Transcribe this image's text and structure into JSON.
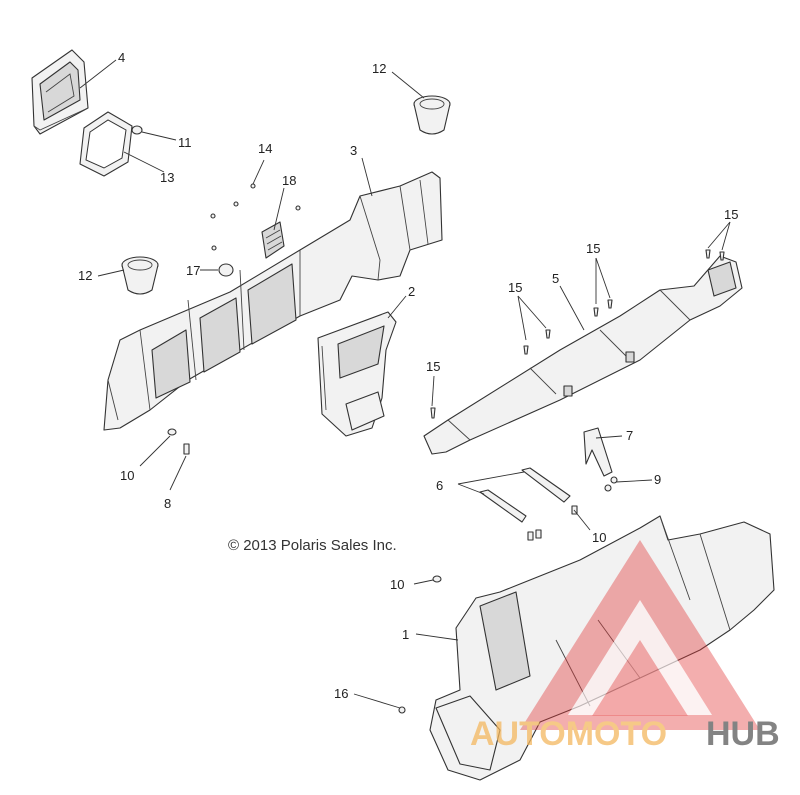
{
  "callouts": {
    "c1": "1",
    "c2": "2",
    "c3": "3",
    "c4": "4",
    "c5": "5",
    "c6": "6",
    "c7": "7",
    "c8": "8",
    "c9": "9",
    "c10a": "10",
    "c10b": "10",
    "c10c": "10",
    "c11": "11",
    "c12a": "12",
    "c12b": "12",
    "c13": "13",
    "c14": "14",
    "c15a": "15",
    "c15b": "15",
    "c15c": "15",
    "c15d": "15",
    "c16": "16",
    "c17": "17",
    "c18": "18"
  },
  "copyright": "© 2013 Polaris Sales Inc.",
  "watermark": {
    "word_a": "AUTOMOTO",
    "word_b": "HUB",
    "color_a": "#f4b860",
    "color_b": "#5a5a5a",
    "triangle_color": "#e23b3b"
  }
}
